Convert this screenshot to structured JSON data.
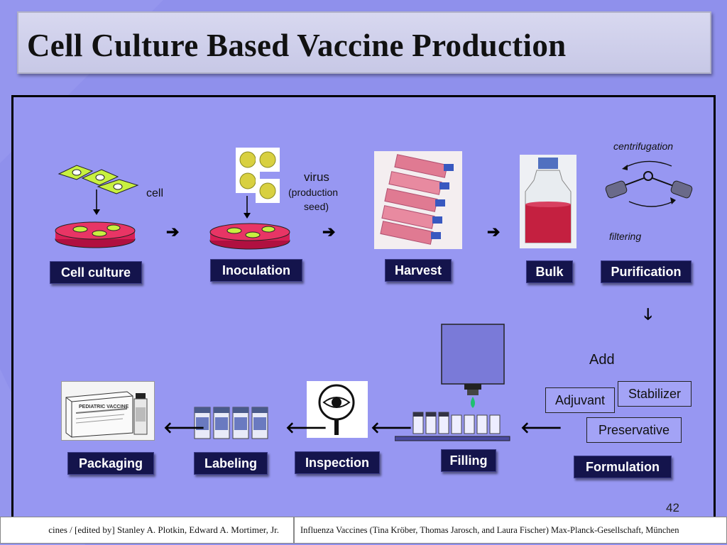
{
  "title": "Cell Culture Based Vaccine Production",
  "step_labels": {
    "cell_culture": "Cell culture",
    "inoculation": "Inoculation",
    "harvest": "Harvest",
    "bulk": "Bulk",
    "purification": "Purification",
    "formulation": "Formulation",
    "filling": "Filling",
    "inspection": "Inspection",
    "labeling": "Labeling",
    "packaging": "Packaging"
  },
  "annotations": {
    "cell": "cell",
    "virus": "virus",
    "production": "(production",
    "seed": "seed)",
    "centrifugation": "centrifugation",
    "filtering": "filtering",
    "add": "Add"
  },
  "additives": {
    "adjuvant": "Adjuvant",
    "stabilizer": "Stabilizer",
    "preservative": "Preservative"
  },
  "arrows": {
    "right": "➔",
    "left": "🡐",
    "down": "🡓"
  },
  "package_label": "PEDIATRIC VACCINE",
  "footer": {
    "left": "cines / [edited by] Stanley A. Plotkin, Edward A. Mortimer, Jr.",
    "right": "Influenza Vaccines (Tina Kröber, Thomas Jarosch, and Laura Fischer) Max-Planck-Gesellschaft, München"
  },
  "page_number": "42",
  "colors": {
    "background": "#8f90ec",
    "label_box": "#14144c",
    "dish_red": "#d81f55",
    "cell_green": "#c8f040",
    "virus_yellow": "#d8d040"
  }
}
